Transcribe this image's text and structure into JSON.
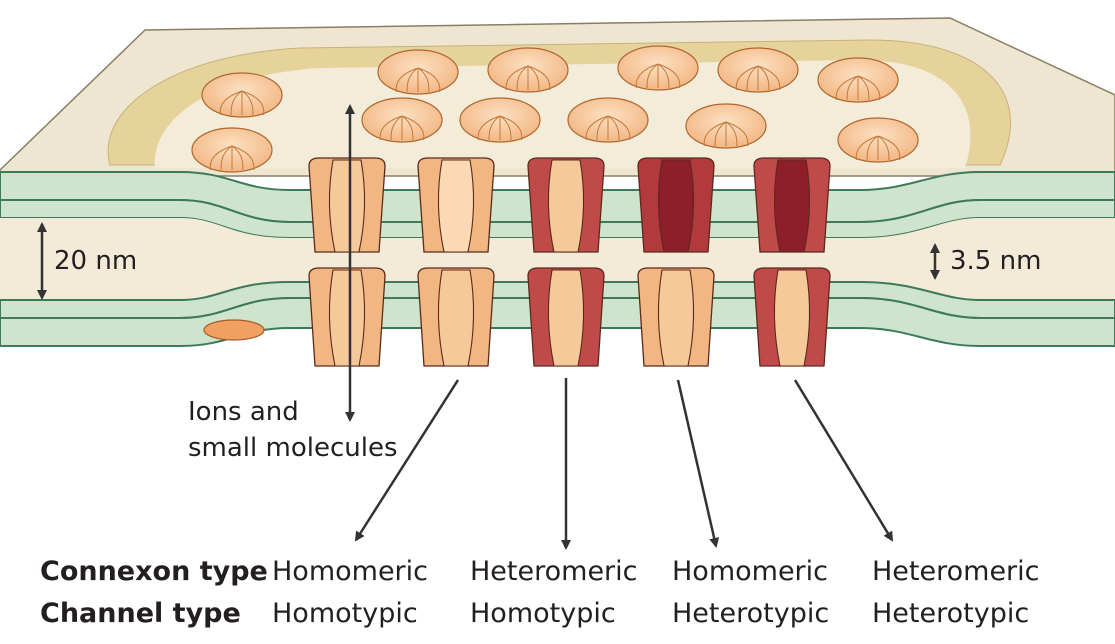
{
  "measurements": {
    "intercellular_space": "20 nm",
    "gap_junction_space": "3.5 nm"
  },
  "ions_label": {
    "line1": "Ions and",
    "line2": "small molecules"
  },
  "table": {
    "row_headers": [
      "Connexon type",
      "Channel type"
    ],
    "columns": [
      {
        "connexon_type": "Homomeric",
        "channel_type": "Homotypic"
      },
      {
        "connexon_type": "Heteromeric",
        "channel_type": "Homotypic"
      },
      {
        "connexon_type": "Homomeric",
        "channel_type": "Heterotypic"
      },
      {
        "connexon_type": "Heteromeric",
        "channel_type": "Heterotypic"
      }
    ]
  },
  "colors": {
    "membrane_green": "#cfe4cc",
    "membrane_edge": "#3d7a5a",
    "cytoplasm": "#f4ead8",
    "plaque": "#e6d39b",
    "connexin_light": "#f6c99a",
    "connexin_orange": "#ec9d5c",
    "connexin_dark": "#b04545",
    "connexin_darkest": "#8e1e2a"
  }
}
